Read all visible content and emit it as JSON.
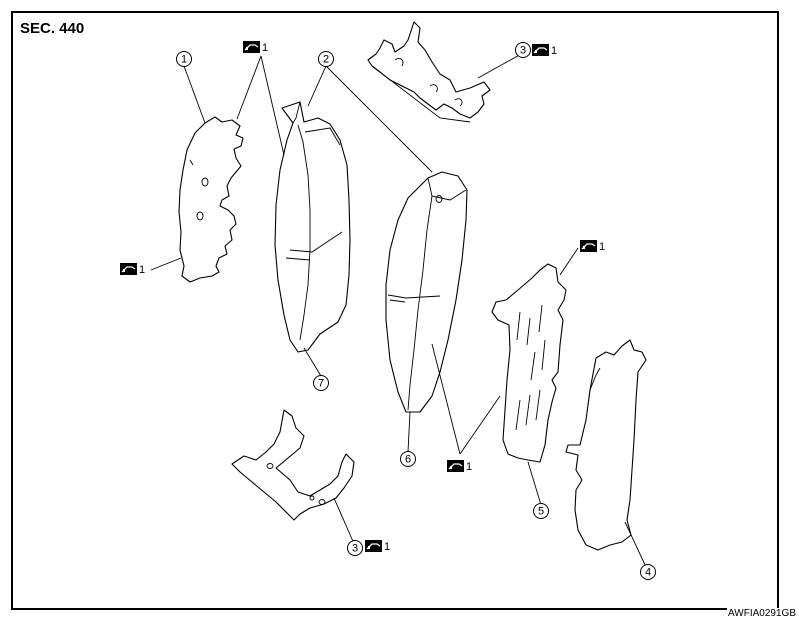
{
  "section_label": "SEC. 440",
  "figure_code": "AWFIA0291GB",
  "callouts": [
    "1",
    "2",
    "3",
    "3",
    "4",
    "5",
    "6",
    "7"
  ],
  "grease_symbol": {
    "icon": "grease-apply-icon",
    "suffix": "1"
  }
}
